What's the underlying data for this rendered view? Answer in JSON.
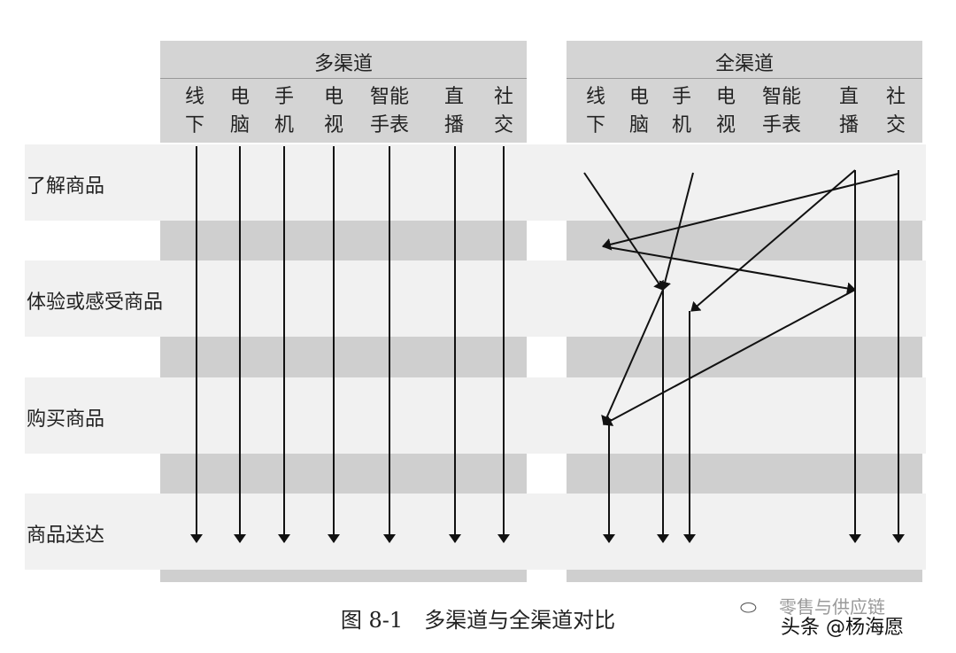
{
  "multi_channel": {
    "title": "多渠道",
    "channels": [
      {
        "top": "线",
        "bottom": "下"
      },
      {
        "top": "电",
        "bottom": "脑"
      },
      {
        "top": "手",
        "bottom": "机"
      },
      {
        "top": "电",
        "bottom": "视"
      },
      {
        "top": "智能",
        "bottom": "手表"
      },
      {
        "top": "直",
        "bottom": "播"
      },
      {
        "top": "社",
        "bottom": "交"
      }
    ]
  },
  "omni_channel": {
    "title": "全渠道",
    "channels": [
      {
        "top": "线",
        "bottom": "下"
      },
      {
        "top": "电",
        "bottom": "脑"
      },
      {
        "top": "手",
        "bottom": "机"
      },
      {
        "top": "电",
        "bottom": "视"
      },
      {
        "top": "智能",
        "bottom": "手表"
      },
      {
        "top": "直",
        "bottom": "播"
      },
      {
        "top": "社",
        "bottom": "交"
      }
    ]
  },
  "stages": [
    "了解商品",
    "体验或感受商品",
    "购买商品",
    "商品送达"
  ],
  "caption": "图 8-1　多渠道与全渠道对比",
  "watermark": {
    "source": "零售与供应链",
    "author": "头条 @杨海愿"
  }
}
